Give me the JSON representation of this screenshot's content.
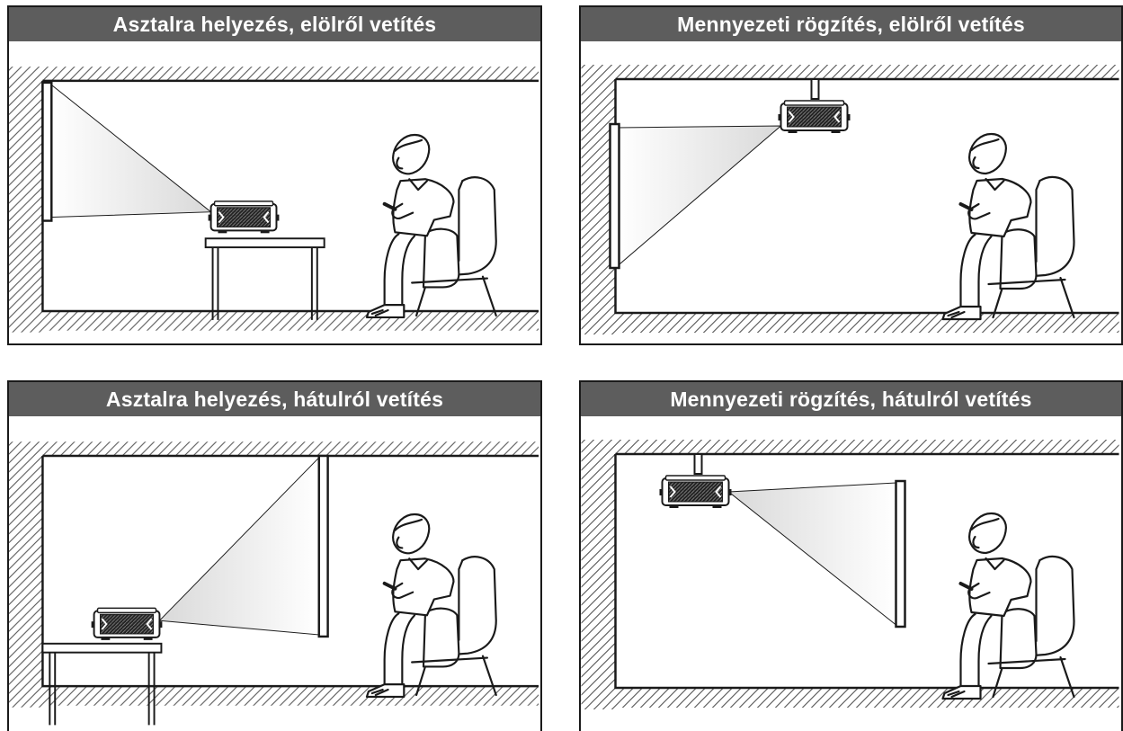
{
  "panels": [
    {
      "title": "Asztalra helyezés, elölről vetítés"
    },
    {
      "title": "Mennyezeti rögzítés, elölről vetítés"
    },
    {
      "title": "Asztalra helyezés, hátulról vetítés"
    },
    {
      "title": "Mennyezeti rögzítés, hátulról vetítés"
    }
  ],
  "colors": {
    "header_bg": "#5d5d5d",
    "header_text": "#ffffff",
    "line": "#1a1a1a"
  }
}
